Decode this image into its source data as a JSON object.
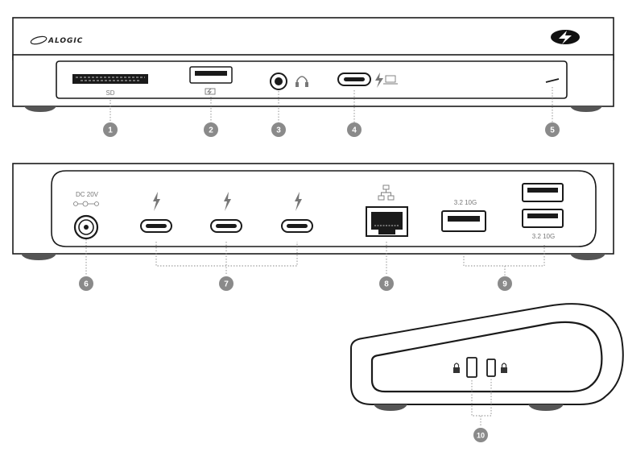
{
  "brand": {
    "name": "ALOGIC"
  },
  "front_panel": {
    "ports": [
      {
        "id": 1,
        "type": "sd-card-slot",
        "label": "SD"
      },
      {
        "id": 2,
        "type": "usb-a-charging-port"
      },
      {
        "id": 3,
        "type": "audio-jack"
      },
      {
        "id": 4,
        "type": "thunderbolt-host-port"
      },
      {
        "id": 5,
        "type": "power-led"
      }
    ]
  },
  "rear_panel": {
    "dc_input_label": "DC 20V",
    "ports": [
      {
        "id": 6,
        "type": "dc-power-input"
      },
      {
        "id": 7,
        "type": "thunderbolt-downstream-ports",
        "count": 3
      },
      {
        "id": 8,
        "type": "ethernet-port"
      },
      {
        "id": 9,
        "type": "usb-a-ports",
        "count": 3
      }
    ],
    "usb_speed_labels": [
      "3.2 10G",
      "3.2 10G"
    ]
  },
  "side_panel": {
    "ports": [
      {
        "id": 10,
        "type": "security-lock-slots",
        "count": 2
      }
    ]
  },
  "callouts": [
    "1",
    "2",
    "3",
    "4",
    "5",
    "6",
    "7",
    "8",
    "9",
    "10"
  ],
  "colors": {
    "outline": "#1a1a1a",
    "callout_fill": "#8a8a8a",
    "callout_text": "#ffffff",
    "label": "#777777",
    "leader": "#888888"
  }
}
